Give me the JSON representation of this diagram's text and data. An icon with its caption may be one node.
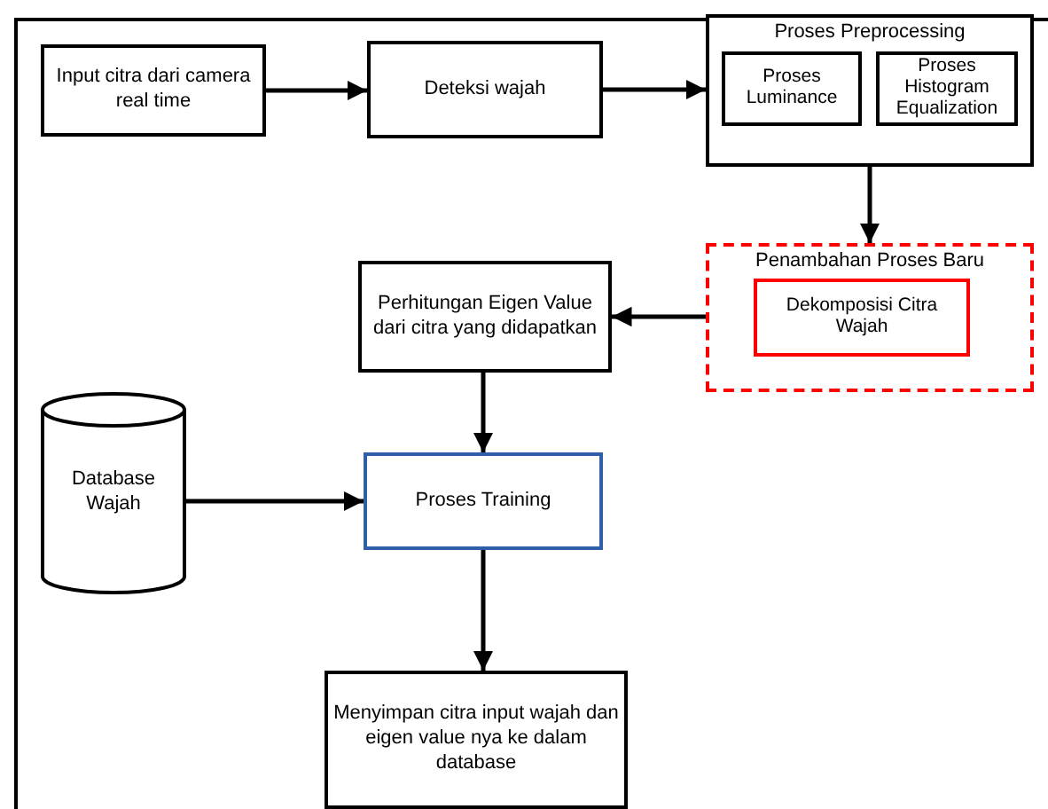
{
  "diagram": {
    "nodes": [
      {
        "text": [
          "Input citra dari camera real time"
        ]
      },
      {
        "text": [
          "Deteksi wajah"
        ]
      },
      {
        "text": [
          "Proses Preprocessing"
        ]
      },
      {
        "text": [
          "Proses Luminance"
        ],
        "in": 2
      },
      {
        "text": [
          "Proses Histogram Equalization"
        ],
        "in": 2
      },
      {
        "text": [
          "Penambahan Proses Baru"
        ]
      },
      {
        "text": [
          "Dekomposisi Citra Wajah"
        ],
        "in": 5
      },
      {
        "text": [
          "Perhitungan Eigen Value dari citra yang didapatkan"
        ]
      },
      {
        "text": [
          "Database Wajah"
        ]
      },
      {
        "text": [
          "Proses Training"
        ]
      },
      {
        "text": [
          "Menyimpan citra input wajah dan eigen value nya ke dalam database"
        ]
      }
    ],
    "edges": [
      {
        "from": 0,
        "to": 1,
        "arrow": "to"
      },
      {
        "from": 1,
        "to": 2,
        "arrow": "to"
      },
      {
        "from": 2,
        "to": 5,
        "arrow": "to"
      },
      {
        "from": 5,
        "to": 7,
        "arrow": "to"
      },
      {
        "from": 7,
        "to": 9,
        "arrow": "to"
      },
      {
        "from": 8,
        "to": 9,
        "arrow": "to"
      },
      {
        "from": 9,
        "to": 10,
        "arrow": "to"
      }
    ]
  }
}
